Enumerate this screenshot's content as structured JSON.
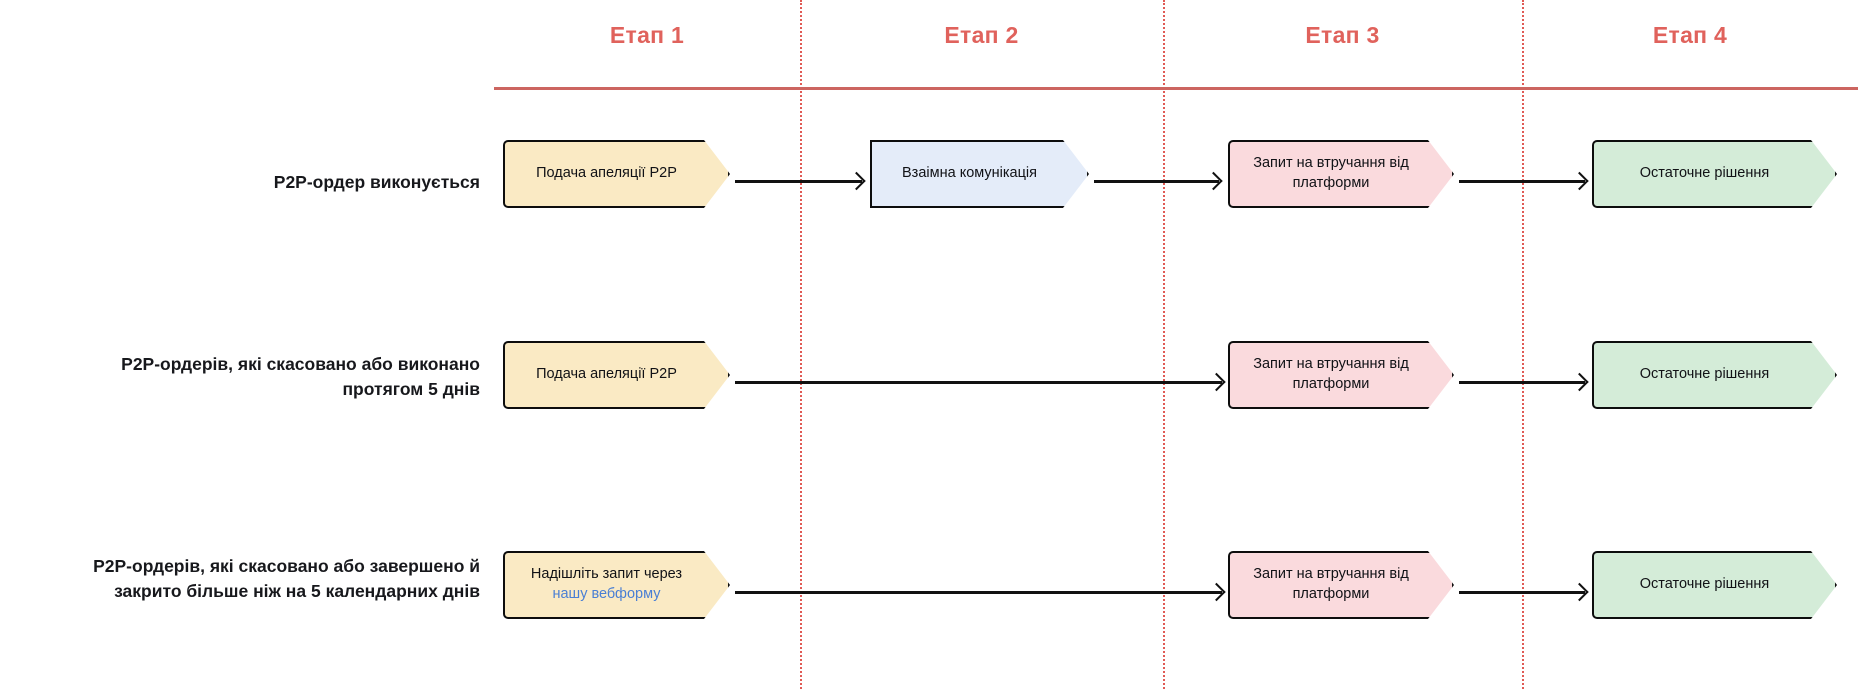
{
  "diagram": {
    "type": "process-flow",
    "title": "",
    "colors": {
      "stage_header": "#e0625c",
      "divider": "#e05a55",
      "rule": "#cc6560",
      "stage1_fill": "#faeac4",
      "stage2_fill": "#e4ecf9",
      "stage3_fill": "#fadadd",
      "stage4_fill": "#d4ecd8",
      "node_border": "#0d0d0d",
      "link": "#4a7fd4",
      "text": "#17181c"
    },
    "stages": [
      {
        "id": "stage-1",
        "label": "Етап 1"
      },
      {
        "id": "stage-2",
        "label": "Етап 2"
      },
      {
        "id": "stage-3",
        "label": "Етап 3"
      },
      {
        "id": "stage-4",
        "label": "Етап 4"
      }
    ],
    "rows": [
      {
        "id": "row-order-in-progress",
        "label": "P2P-ордер виконується",
        "nodes": [
          {
            "stage": 1,
            "text": "Подача апеляції P2P",
            "fill": "#faeac4"
          },
          {
            "stage": 2,
            "text": "Взаімна комунікація",
            "fill": "#e4ecf9"
          },
          {
            "stage": 3,
            "text": "Запит на втручання від платформи",
            "fill": "#fadadd"
          },
          {
            "stage": 4,
            "text": "Остаточне рішення",
            "fill": "#d4ecd8"
          }
        ]
      },
      {
        "id": "row-cancelled-or-completed-5-days",
        "label_line1": "P2P-ордерів, які скасовано або виконано",
        "label_line2": "протягом 5 днів",
        "nodes": [
          {
            "stage": 1,
            "text": "Подача апеляції P2P",
            "fill": "#faeac4"
          },
          {
            "stage": 3,
            "text": "Запит на втручання від платформи",
            "fill": "#fadadd"
          },
          {
            "stage": 4,
            "text": "Остаточне рішення",
            "fill": "#d4ecd8"
          }
        ]
      },
      {
        "id": "row-closed-more-than-5-days",
        "label_line1": "P2P-ордерів, які скасовано або завершено й",
        "label_line2": "закрито більше ніж на 5 календарних днів",
        "nodes": [
          {
            "stage": 1,
            "text": "Надішліть запит через ",
            "link_text": "нашу вебформу",
            "fill": "#faeac4"
          },
          {
            "stage": 3,
            "text": "Запит на втручання від платформи",
            "fill": "#fadadd"
          },
          {
            "stage": 4,
            "text": "Остаточне рішення",
            "fill": "#d4ecd8"
          }
        ]
      }
    ]
  }
}
